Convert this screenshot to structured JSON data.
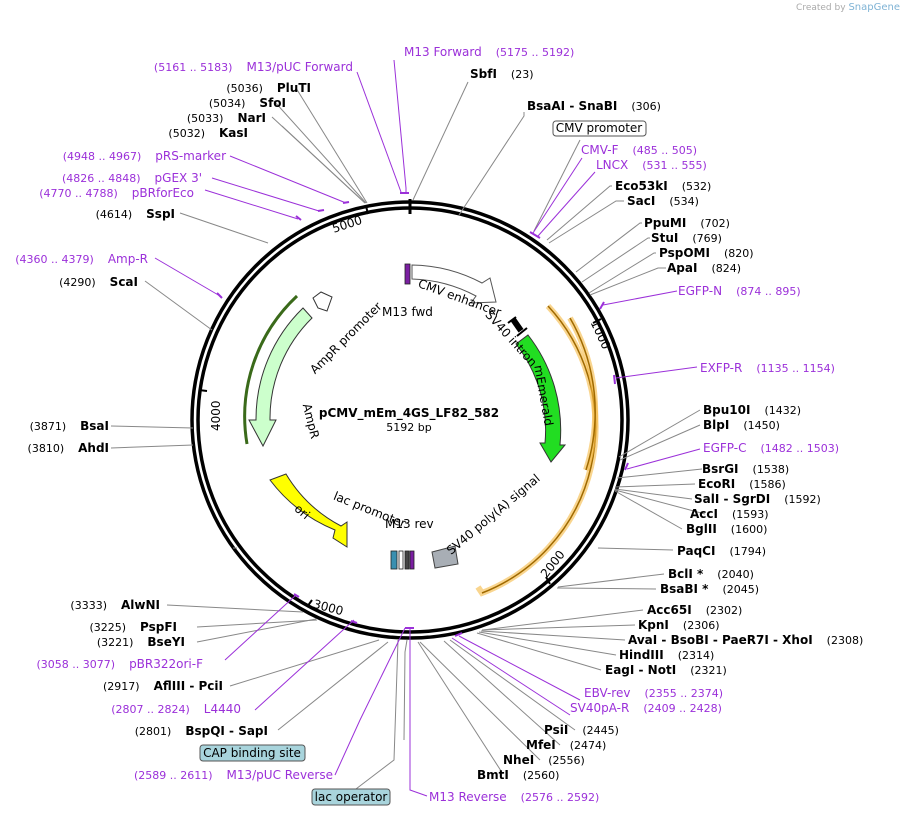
{
  "credit": {
    "prefix": "Created by",
    "brand": "SnapGene"
  },
  "center": {
    "name": "pCMV_mEm_4GS_LF82_582",
    "length": "5192 bp"
  },
  "colors": {
    "primer": "#9b30d9",
    "emerald": "#22dd22",
    "ampr": "#ccffcc",
    "ori": "#ffff00",
    "orf": "#f5b942",
    "ampr_promoter": "#ffffff"
  },
  "ticks": [
    {
      "pos": 1000,
      "label": "1000"
    },
    {
      "pos": 2000,
      "label": "2000"
    },
    {
      "pos": 3000,
      "label": "3000"
    },
    {
      "pos": 4000,
      "label": "4000"
    },
    {
      "pos": 5000,
      "label": "5000"
    }
  ],
  "features": [
    {
      "id": "cmv-enhancer",
      "label": "CMV enhancer"
    },
    {
      "id": "sv40-intron",
      "label": "SV40 intron"
    },
    {
      "id": "memerald",
      "label": "mEmerald"
    },
    {
      "id": "sv40-polya",
      "label": "SV40 poly(A) signal"
    },
    {
      "id": "m13-rev",
      "label": "M13 rev"
    },
    {
      "id": "lac-promoter",
      "label": "lac promoter"
    },
    {
      "id": "ori",
      "label": "ori"
    },
    {
      "id": "ampr",
      "label": "AmpR"
    },
    {
      "id": "ampr-promoter",
      "label": "AmpR promoter"
    },
    {
      "id": "m13-fwd",
      "label": "M13 fwd"
    }
  ],
  "boxed_labels": [
    {
      "id": "cmv-promoter",
      "label": "CMV promoter"
    },
    {
      "id": "cap-binding-site",
      "label": "CAP binding site"
    },
    {
      "id": "lac-operator",
      "label": "lac operator"
    }
  ],
  "enzymes": [
    {
      "name": "SbfI",
      "pos": "(23)"
    },
    {
      "name": "BsaAI - SnaBI",
      "pos": "(306)"
    },
    {
      "name": "Eco53kI",
      "pos": "(532)"
    },
    {
      "name": "SacI",
      "pos": "(534)"
    },
    {
      "name": "PpuMI",
      "pos": "(702)"
    },
    {
      "name": "StuI",
      "pos": "(769)"
    },
    {
      "name": "PspOMI",
      "pos": "(820)"
    },
    {
      "name": "ApaI",
      "pos": "(824)"
    },
    {
      "name": "Bpu10I",
      "pos": "(1432)"
    },
    {
      "name": "BlpI",
      "pos": "(1450)"
    },
    {
      "name": "BsrGI",
      "pos": "(1538)"
    },
    {
      "name": "EcoRI",
      "pos": "(1586)"
    },
    {
      "name": "SalI - SgrDI",
      "pos": "(1592)"
    },
    {
      "name": "AccI",
      "pos": "(1593)"
    },
    {
      "name": "BglII",
      "pos": "(1600)"
    },
    {
      "name": "PaqCI",
      "pos": "(1794)"
    },
    {
      "name": "BclI *",
      "pos": "(2040)"
    },
    {
      "name": "BsaBI *",
      "pos": "(2045)"
    },
    {
      "name": "Acc65I",
      "pos": "(2302)"
    },
    {
      "name": "KpnI",
      "pos": "(2306)"
    },
    {
      "name": "AvaI - BsoBI - PaeR7I - XhoI",
      "pos": "(2308)"
    },
    {
      "name": "HindIII",
      "pos": "(2314)"
    },
    {
      "name": "EagI - NotI",
      "pos": "(2321)"
    },
    {
      "name": "PsiI",
      "pos": "(2445)"
    },
    {
      "name": "MfeI",
      "pos": "(2474)"
    },
    {
      "name": "NheI",
      "pos": "(2556)"
    },
    {
      "name": "BmtI",
      "pos": "(2560)"
    },
    {
      "name": "BspQI - SapI",
      "pos": "(2801)"
    },
    {
      "name": "AflIII - PciI",
      "pos": "(2917)"
    },
    {
      "name": "PspFI",
      "pos": "(3225)"
    },
    {
      "name": "BseYI",
      "pos": "(3221)"
    },
    {
      "name": "AlwNI",
      "pos": "(3333)"
    },
    {
      "name": "AhdI",
      "pos": "(3810)"
    },
    {
      "name": "BsaI",
      "pos": "(3871)"
    },
    {
      "name": "ScaI",
      "pos": "(4290)"
    },
    {
      "name": "SspI",
      "pos": "(4614)"
    },
    {
      "name": "KasI",
      "pos": "(5032)"
    },
    {
      "name": "NarI",
      "pos": "(5033)"
    },
    {
      "name": "SfoI",
      "pos": "(5034)"
    },
    {
      "name": "PluTI",
      "pos": "(5036)"
    }
  ],
  "primers": [
    {
      "name": "M13 Forward",
      "range": "(5175 .. 5192)"
    },
    {
      "name": "M13/pUC Forward",
      "range": "(5161 .. 5183)"
    },
    {
      "name": "CMV-F",
      "range": "(485 .. 505)"
    },
    {
      "name": "LNCX",
      "range": "(531 .. 555)"
    },
    {
      "name": "EGFP-N",
      "range": "(874 .. 895)"
    },
    {
      "name": "EXFP-R",
      "range": "(1135 .. 1154)"
    },
    {
      "name": "EGFP-C",
      "range": "(1482 .. 1503)"
    },
    {
      "name": "EBV-rev",
      "range": "(2355 .. 2374)"
    },
    {
      "name": "SV40pA-R",
      "range": "(2409 .. 2428)"
    },
    {
      "name": "M13 Reverse",
      "range": "(2576 .. 2592)"
    },
    {
      "name": "M13/pUC Reverse",
      "range": "(2589 .. 2611)"
    },
    {
      "name": "L4440",
      "range": "(2807 .. 2824)"
    },
    {
      "name": "pBR322ori-F",
      "range": "(3058 .. 3077)"
    },
    {
      "name": "Amp-R",
      "range": "(4360 .. 4379)"
    },
    {
      "name": "pBRforEco",
      "range": "(4770 .. 4788)"
    },
    {
      "name": "pGEX 3'",
      "range": "(4826 .. 4848)"
    },
    {
      "name": "pRS-marker",
      "range": "(4948 .. 4967)"
    }
  ]
}
